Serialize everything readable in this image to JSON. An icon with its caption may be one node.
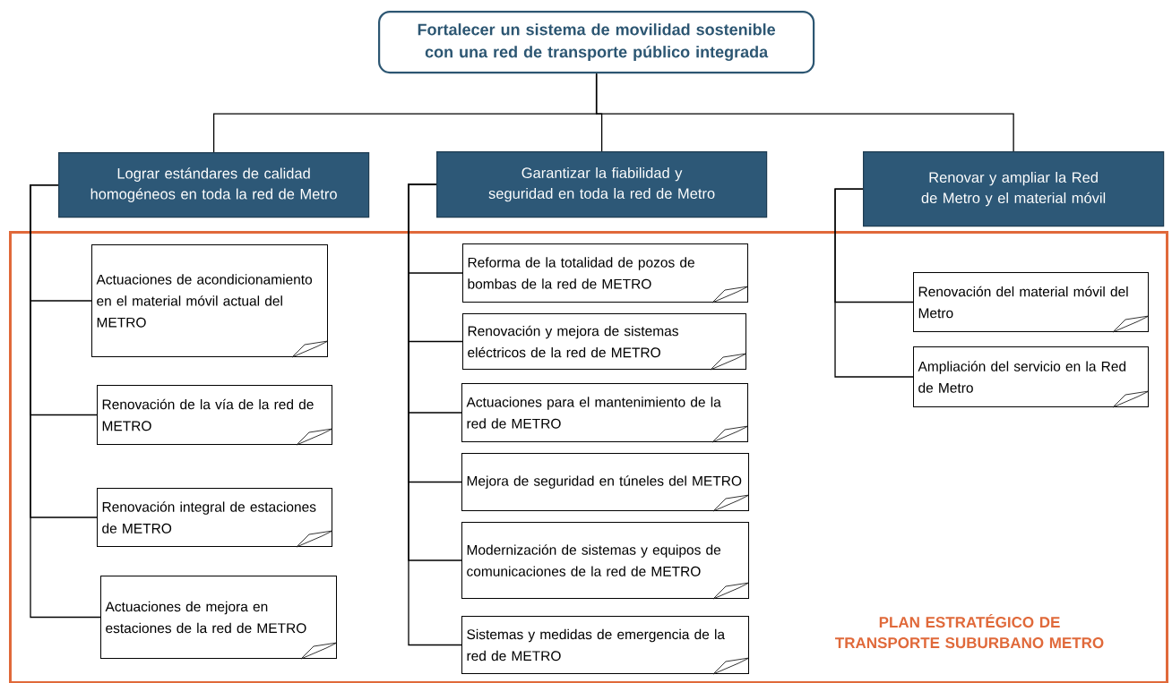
{
  "diagram": {
    "nodes": [
      {
        "text": [
          "Fortalecer un sistema de movilidad sostenible con una red de transporte público integrada"
        ]
      },
      {
        "text": [
          "Lograr estándares de calidad homogéneos en toda la red de Metro"
        ]
      },
      {
        "text": [
          "Garantizar la fiabilidad y seguridad en toda la red de Metro"
        ]
      },
      {
        "text": [
          "Renovar y ampliar la Red de Metro y el material móvil"
        ]
      },
      {
        "text": [
          "PLAN ESTRATÉGICO DE TRANSPORTE SUBURBANO METRO"
        ]
      },
      {
        "text": [
          "Actuaciones de acondicionamiento en el material móvil actual del METRO"
        ],
        "in": 4
      },
      {
        "text": [
          "Renovación de la vía de la red de METRO"
        ],
        "in": 4
      },
      {
        "text": [
          "Renovación integral de estaciones de METRO"
        ],
        "in": 4
      },
      {
        "text": [
          "Actuaciones de mejora en estaciones de la red de METRO"
        ],
        "in": 4
      },
      {
        "text": [
          "Reforma de la totalidad de pozos de bombas de la red de METRO"
        ],
        "in": 4
      },
      {
        "text": [
          "Renovación y mejora de sistemas eléctricos de la red de METRO"
        ],
        "in": 4
      },
      {
        "text": [
          "Actuaciones para el mantenimiento de la red de METRO"
        ],
        "in": 4
      },
      {
        "text": [
          "Mejora de seguridad en túneles del METRO"
        ],
        "in": 4
      },
      {
        "text": [
          "Modernización de sistemas y equipos de comunicaciones de la red de METRO"
        ],
        "in": 4
      },
      {
        "text": [
          "Sistemas y medidas de emergencia de la red de METRO"
        ],
        "in": 4
      },
      {
        "text": [
          "Renovación del material móvil del Metro"
        ],
        "in": 4
      },
      {
        "text": [
          "Ampliación del servicio en la Red de Metro"
        ],
        "in": 4
      }
    ],
    "edges": [
      {
        "from": 0,
        "to": 1,
        "arrow": "none"
      },
      {
        "from": 0,
        "to": 2,
        "arrow": "none"
      },
      {
        "from": 0,
        "to": 3,
        "arrow": "none"
      },
      {
        "from": 1,
        "to": 5,
        "arrow": "none"
      },
      {
        "from": 1,
        "to": 6,
        "arrow": "none"
      },
      {
        "from": 1,
        "to": 7,
        "arrow": "none"
      },
      {
        "from": 1,
        "to": 8,
        "arrow": "none"
      },
      {
        "from": 2,
        "to": 9,
        "arrow": "none"
      },
      {
        "from": 2,
        "to": 10,
        "arrow": "none"
      },
      {
        "from": 2,
        "to": 11,
        "arrow": "none"
      },
      {
        "from": 2,
        "to": 12,
        "arrow": "none"
      },
      {
        "from": 2,
        "to": 13,
        "arrow": "none"
      },
      {
        "from": 2,
        "to": 14,
        "arrow": "none"
      },
      {
        "from": 3,
        "to": 15,
        "arrow": "none"
      },
      {
        "from": 3,
        "to": 16,
        "arrow": "none"
      }
    ]
  }
}
